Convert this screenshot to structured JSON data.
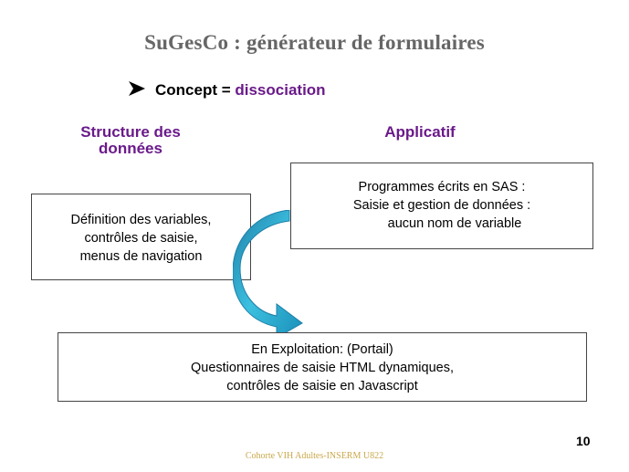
{
  "slide": {
    "title": "SuGesCo :  générateur de formulaires",
    "bullet_prefix": "Concept = ",
    "bullet_highlight": "dissociation",
    "col_left": [
      "Structure des",
      "données"
    ],
    "col_right": "Applicatif",
    "box_left": [
      "Définition des variables,",
      "contrôles de saisie,",
      "menus de navigation"
    ],
    "box_right": [
      "Programmes écrits en SAS :",
      "Saisie et gestion de données :",
      "aucun nom de variable"
    ],
    "box_bottom": [
      "En Exploitation: (Portail)",
      "Questionnaires de saisie HTML dynamiques,",
      "contrôles de saisie en Javascript"
    ],
    "page_number": "10",
    "footer": "Cohorte VIH Adultes-INSERM U822"
  },
  "colors": {
    "accent": "#6a1a8a",
    "title": "#666666",
    "arrow": "#2aa6c8",
    "footer": "#c9a84a"
  },
  "icons": {
    "bullet": "arrowhead-bullet-icon",
    "flow": "curved-arrow-icon"
  }
}
